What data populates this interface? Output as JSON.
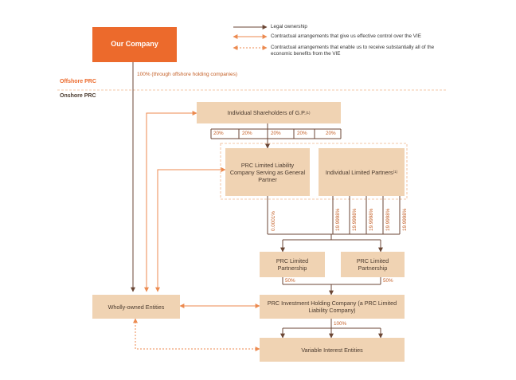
{
  "title": "",
  "colors": {
    "primary": "#ec6a2c",
    "box": "#f0d3b3",
    "ownership_line": "#6b4634",
    "contract_line": "#ec8a4f",
    "dashed_line": "#f0b58a"
  },
  "legend": {
    "ownership": "Legal ownership",
    "control": "Contractual arrangements that give us effective control over the VIE",
    "benefits": "Contractual arrangements that enable us to receive substantially all of the economic benefits from the VIE"
  },
  "regions": {
    "offshore": "Offshore PRC",
    "onshore": "Onshore PRC"
  },
  "nodes": {
    "our_company": "Our Company",
    "individual_shareholders": "Individual Shareholders of G.P.",
    "individual_shareholders_note": "(1)",
    "gp": "PRC Limited Liability Company Serving as General Partner",
    "individual_lps": "Individual Limited Partners",
    "individual_lps_note": "(1)",
    "lp1": "PRC Limited Partnership",
    "lp2": "PRC Limited Partnership",
    "wholly_owned": "Wholly-owned Entities",
    "holding_company": "PRC Investment Holding Company (a PRC Limited Liability Company)",
    "vie": "Variable Interest Entities"
  },
  "edge_labels": {
    "offshore_holding": "100% (through offshore holding companies)",
    "shareholder_splits": [
      "20%",
      "20%",
      "20%",
      "20%",
      "20%"
    ],
    "gp_share": "0.0001%",
    "lp_shares": [
      "19.9998%",
      "19.9998%",
      "19.9998%",
      "19.9998%",
      "19.9998%"
    ],
    "lp1_share": "50%",
    "lp2_share": "50%",
    "holding_to_vie": "100%"
  }
}
